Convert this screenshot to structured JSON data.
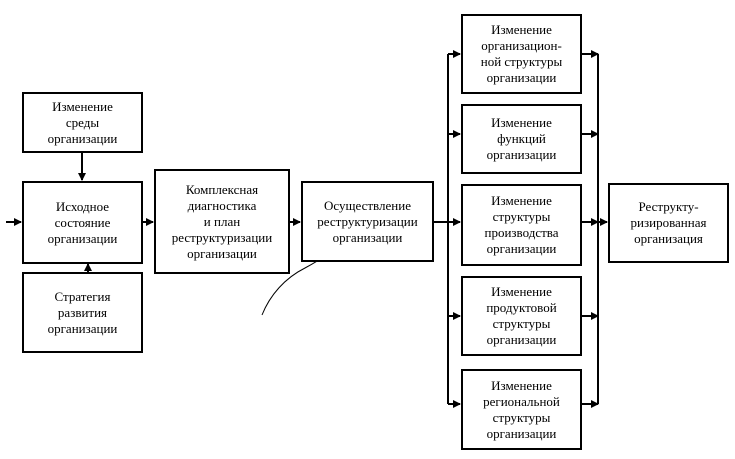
{
  "boxes": {
    "env_change": "Изменение\nсреды\nорганизации",
    "initial_state": "Исходное\nсостояние\nорганизации",
    "strategy": "Стратегия\nразвития\nорганизации",
    "diagnostics": "Комплексная\nдиагностика\nи план\nреструктуризации\nорганизации",
    "implementation": "Осуществление\nреструктуризации\nорганизации",
    "org_structure": "Изменение\nорганизацион-\nной структуры\nорганизации",
    "functions": "Изменение\nфункций\nорганизации",
    "production": "Изменение\nструктуры\nпроизводства\nорганизации",
    "product": "Изменение\nпродуктовой\nструктуры\nорганизации",
    "regional": "Изменение\nрегиональной\nструктуры\nорганизации",
    "result": "Реструкту-\nризированная\nорганизация"
  }
}
